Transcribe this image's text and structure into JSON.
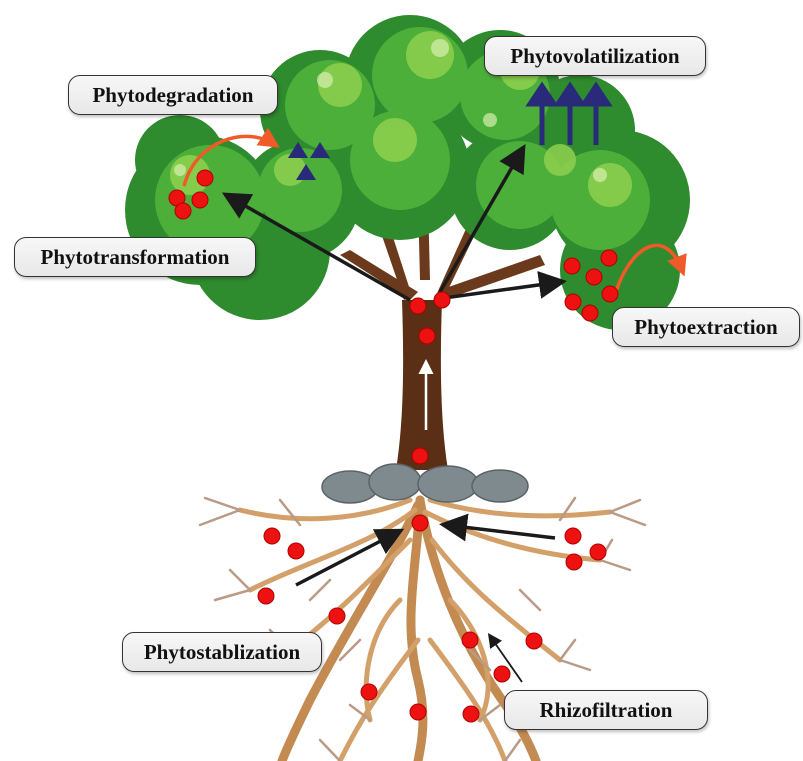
{
  "labels": {
    "phytodegradation": "Phytodegradation",
    "phytovolatilization": "Phytovolatilization",
    "phytotransformation": "Phytotransformation",
    "phytoextraction": "Phytoextraction",
    "phytostablization": "Phytostablization",
    "rhizofiltration": "Rhizofiltration"
  },
  "colors": {
    "contaminant_dot": "#ee1111",
    "volatile_molecule": "#2a2a7a",
    "transport_arrow": "#1a1a1a",
    "curved_arrow": "#f05a28",
    "foliage_dark": "#2e8b2e",
    "foliage_mid": "#4caf3a",
    "foliage_light": "#8fd14f",
    "trunk": "#5a2f16",
    "roots": "#c9935a",
    "stones": "#7f8a8f"
  },
  "icons": [
    "contaminant-dot",
    "upward-arrow-icon",
    "triangle-molecule-icon",
    "curved-arrow-icon",
    "stone"
  ]
}
